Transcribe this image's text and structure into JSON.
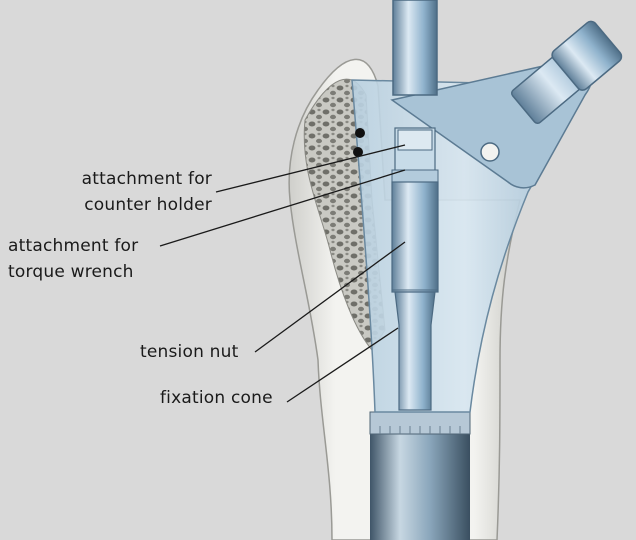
{
  "figure": {
    "background_color": "#d9d9d9",
    "labels": {
      "counter_holder": {
        "line1": "attachment for",
        "line2": "counter holder"
      },
      "torque_wrench": {
        "line1": "attachment for",
        "line2": "torque wrench"
      },
      "tension_nut": "tension nut",
      "fixation_cone": "fixation cone"
    },
    "colors": {
      "implant_blue": "#8fb4cf",
      "implant_highlight": "#dbe9f2",
      "bone_cortex": "#f2f2ef",
      "bone_spongy": "#b9b9b2",
      "leader_line": "#1a1a1a"
    }
  }
}
